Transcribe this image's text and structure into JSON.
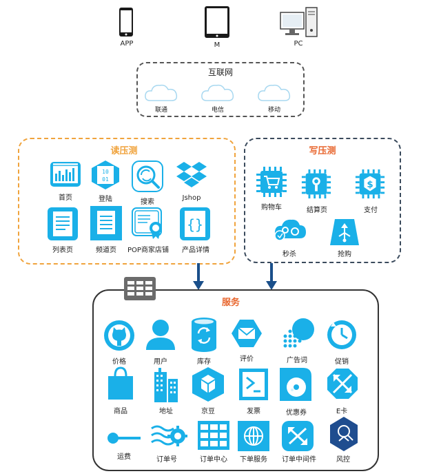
{
  "devices": {
    "app": "APP",
    "m": "M",
    "pc": "PC"
  },
  "internet": {
    "title": "互联网",
    "isps": [
      "联通",
      "电信",
      "移动"
    ]
  },
  "read_test": {
    "title": "读压测",
    "items": [
      "首页",
      "登陆",
      "搜索",
      "Jshop",
      "列表页",
      "频道页",
      "POP商家店铺",
      "产品详情"
    ]
  },
  "write_test": {
    "title": "写压测",
    "items": [
      "购物车",
      "结算页",
      "支付",
      "秒杀",
      "抢购"
    ]
  },
  "services": {
    "title": "服务",
    "items": [
      "价格",
      "用户",
      "库存",
      "评价",
      "广告词",
      "促销",
      "商品",
      "地址",
      "京豆",
      "发票",
      "优惠券",
      "E卡",
      "运费",
      "订单号",
      "订单中心",
      "下单服务",
      "订单中间件",
      "风控"
    ]
  },
  "colors": {
    "accent": "#1ab0e8",
    "read_border": "#f0a33c",
    "read_title": "#f0a33c",
    "write_border": "#3a4a5c",
    "write_title": "#e8662e",
    "service_title": "#e8662e",
    "arrow": "#1a4f8a",
    "cloud": "#a8d8f0"
  }
}
